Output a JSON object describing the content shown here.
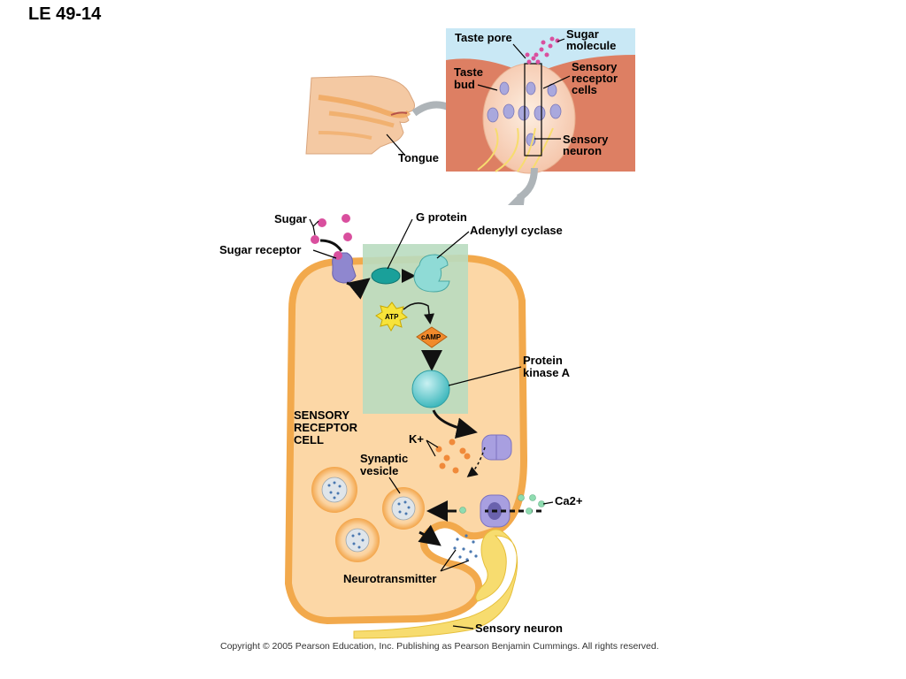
{
  "figure_id": "LE 49-14",
  "inset": {
    "taste_pore": "Taste pore",
    "sugar_molecule": [
      "Sugar",
      "molecule"
    ],
    "taste_bud": [
      "Taste",
      "bud"
    ],
    "sensory_receptor_cells": [
      "Sensory",
      "receptor",
      "cells"
    ],
    "sensory_neuron": [
      "Sensory",
      "neuron"
    ],
    "tongue": "Tongue"
  },
  "main": {
    "sugar": "Sugar",
    "sugar_receptor": "Sugar receptor",
    "g_protein": "G protein",
    "adenylyl_cyclase": "Adenylyl cyclase",
    "atp": "ATP",
    "camp": "cAMP",
    "protein_kinase_a": [
      "Protein",
      "kinase A"
    ],
    "cell_name": [
      "SENSORY",
      "RECEPTOR",
      "CELL"
    ],
    "potassium": "K+",
    "synaptic_vesicle": [
      "Synaptic",
      "vesicle"
    ],
    "calcium": "Ca2+",
    "neurotransmitter": "Neurotransmitter",
    "sensory_neuron": "Sensory neuron"
  },
  "copyright": "Copyright © 2005 Pearson Education, Inc. Publishing as Pearson Benjamin Cummings. All rights reserved.",
  "colors": {
    "cell_fill": "#fcd7a6",
    "cell_border": "#f2a94c",
    "signal_box": "#b9dcc0",
    "tongue_tissue": "#dd7f63",
    "sky": "#c9e8f5",
    "sugar": "#d94f9e",
    "g_protein": "#1aa09a",
    "kinase": "#5cc9cc",
    "camp": "#f08a2c",
    "atp": "#f7e33a",
    "potassium": "#f08a3a",
    "calcium": "#8fdcb0",
    "channel": "#a89fe0",
    "neuron": "#f7dc6f"
  }
}
